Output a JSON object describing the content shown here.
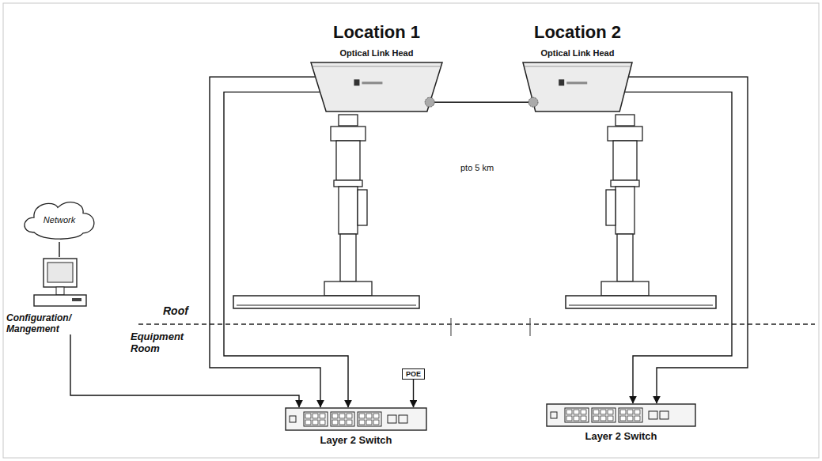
{
  "diagram": {
    "nodes": [
      {
        "text": [
          "Optical Link Head"
        ]
      },
      {
        "text": [
          "Optical Link Head"
        ]
      },
      {
        "text": [
          "Network"
        ]
      },
      {
        "text": [
          "Configuration/ Mangement"
        ]
      },
      {
        "text": [
          "POE"
        ]
      },
      {
        "text": [
          "Layer 2 Switch"
        ]
      },
      {
        "text": [
          "Layer 2 Switch"
        ]
      }
    ],
    "edges": [
      {
        "from": 0,
        "to": 1,
        "arrow": "none"
      },
      {
        "from": 2,
        "to": 3,
        "arrow": "none"
      },
      {
        "from": 3,
        "to": 5,
        "arrow": "to"
      },
      {
        "from": 4,
        "to": 5,
        "arrow": "to"
      },
      {
        "from": 0,
        "to": 5,
        "arrow": "to"
      },
      {
        "from": 0,
        "to": 5,
        "arrow": "to"
      },
      {
        "from": 1,
        "to": 6,
        "arrow": "to"
      },
      {
        "from": 1,
        "to": 6,
        "arrow": "to"
      }
    ],
    "labels": [
      "Location 1",
      "Location 2",
      "pto 5 km",
      "Roof",
      "Equipment Room"
    ]
  }
}
